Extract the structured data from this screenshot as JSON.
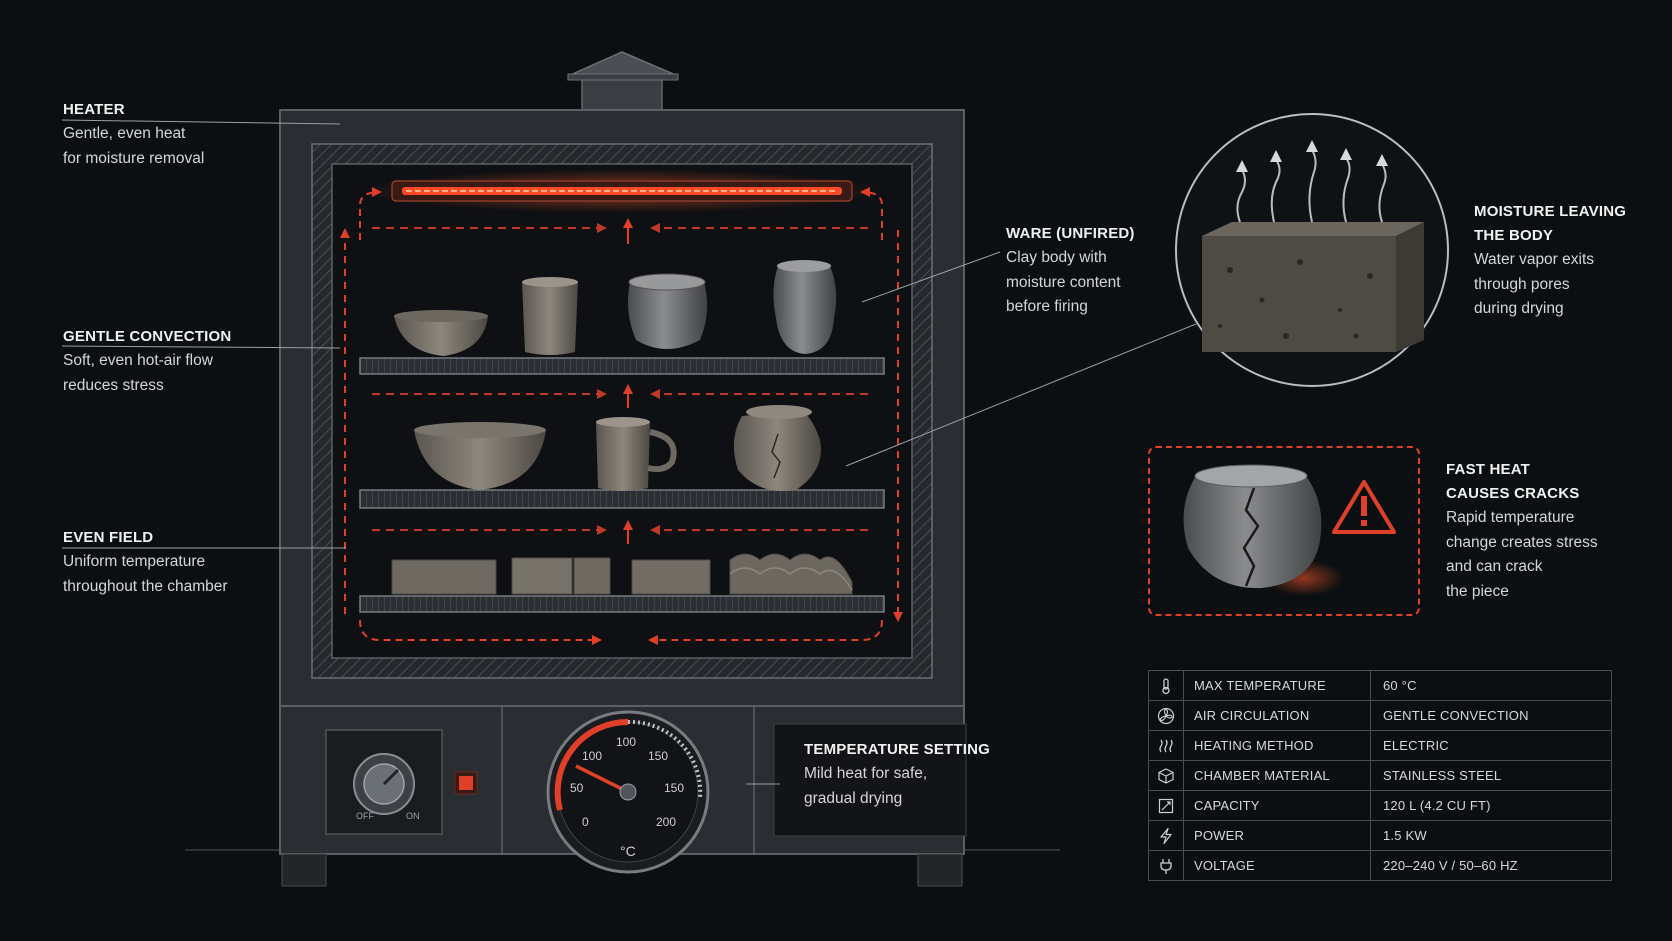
{
  "callouts": {
    "heater": {
      "title": "HEATER",
      "lines": [
        "Gentle, even heat",
        "for moisture removal"
      ]
    },
    "convection": {
      "title": "GENTLE CONVECTION",
      "lines": [
        "Soft, even hot-air flow",
        "reduces stress"
      ]
    },
    "field": {
      "title": "EVEN FIELD",
      "lines": [
        "Uniform temperature",
        "throughout the chamber"
      ]
    },
    "ware": {
      "title": "WARE (UNFIRED)",
      "lines": [
        "Clay body with",
        "moisture content",
        "before firing"
      ]
    },
    "moisture": {
      "title_lines": [
        "MOISTURE LEAVING",
        "THE BODY"
      ],
      "lines": [
        "Water vapor exits",
        "through pores",
        "during drying"
      ]
    },
    "fast_heat": {
      "title_lines": [
        "FAST HEAT",
        "CAUSES CRACKS"
      ],
      "lines": [
        "Rapid temperature",
        "change creates stress",
        "and can crack",
        "the piece"
      ]
    },
    "temp_setting": {
      "title": "TEMPERATURE SETTING",
      "lines": [
        "Mild heat for safe,",
        "gradual drying"
      ]
    }
  },
  "controls": {
    "switch_off": "OFF",
    "switch_on": "ON",
    "gauge_unit": "°C",
    "gauge_ticks": [
      "0",
      "50",
      "100",
      "100",
      "150",
      "150",
      "200"
    ]
  },
  "specs": [
    {
      "icon": "thermometer-icon",
      "name": "MAX TEMPERATURE",
      "value": "60 °C"
    },
    {
      "icon": "fan-icon",
      "name": "AIR CIRCULATION",
      "value": "GENTLE CONVECTION"
    },
    {
      "icon": "heat-waves-icon",
      "name": "HEATING METHOD",
      "value": "ELECTRIC"
    },
    {
      "icon": "cube-icon",
      "name": "CHAMBER MATERIAL",
      "value": "STAINLESS STEEL"
    },
    {
      "icon": "capacity-icon",
      "name": "CAPACITY",
      "value": "120 L (4.2 CU FT)"
    },
    {
      "icon": "lightning-icon",
      "name": "POWER",
      "value": "1.5 kW"
    },
    {
      "icon": "plug-icon",
      "name": "VOLTAGE",
      "value": "220–240 V / 50–60 Hz"
    }
  ],
  "colors": {
    "background": "#0c0f12",
    "accent_red": "#e0402a",
    "cabinet": "#2a2d31",
    "text": "#e6e6e6"
  }
}
